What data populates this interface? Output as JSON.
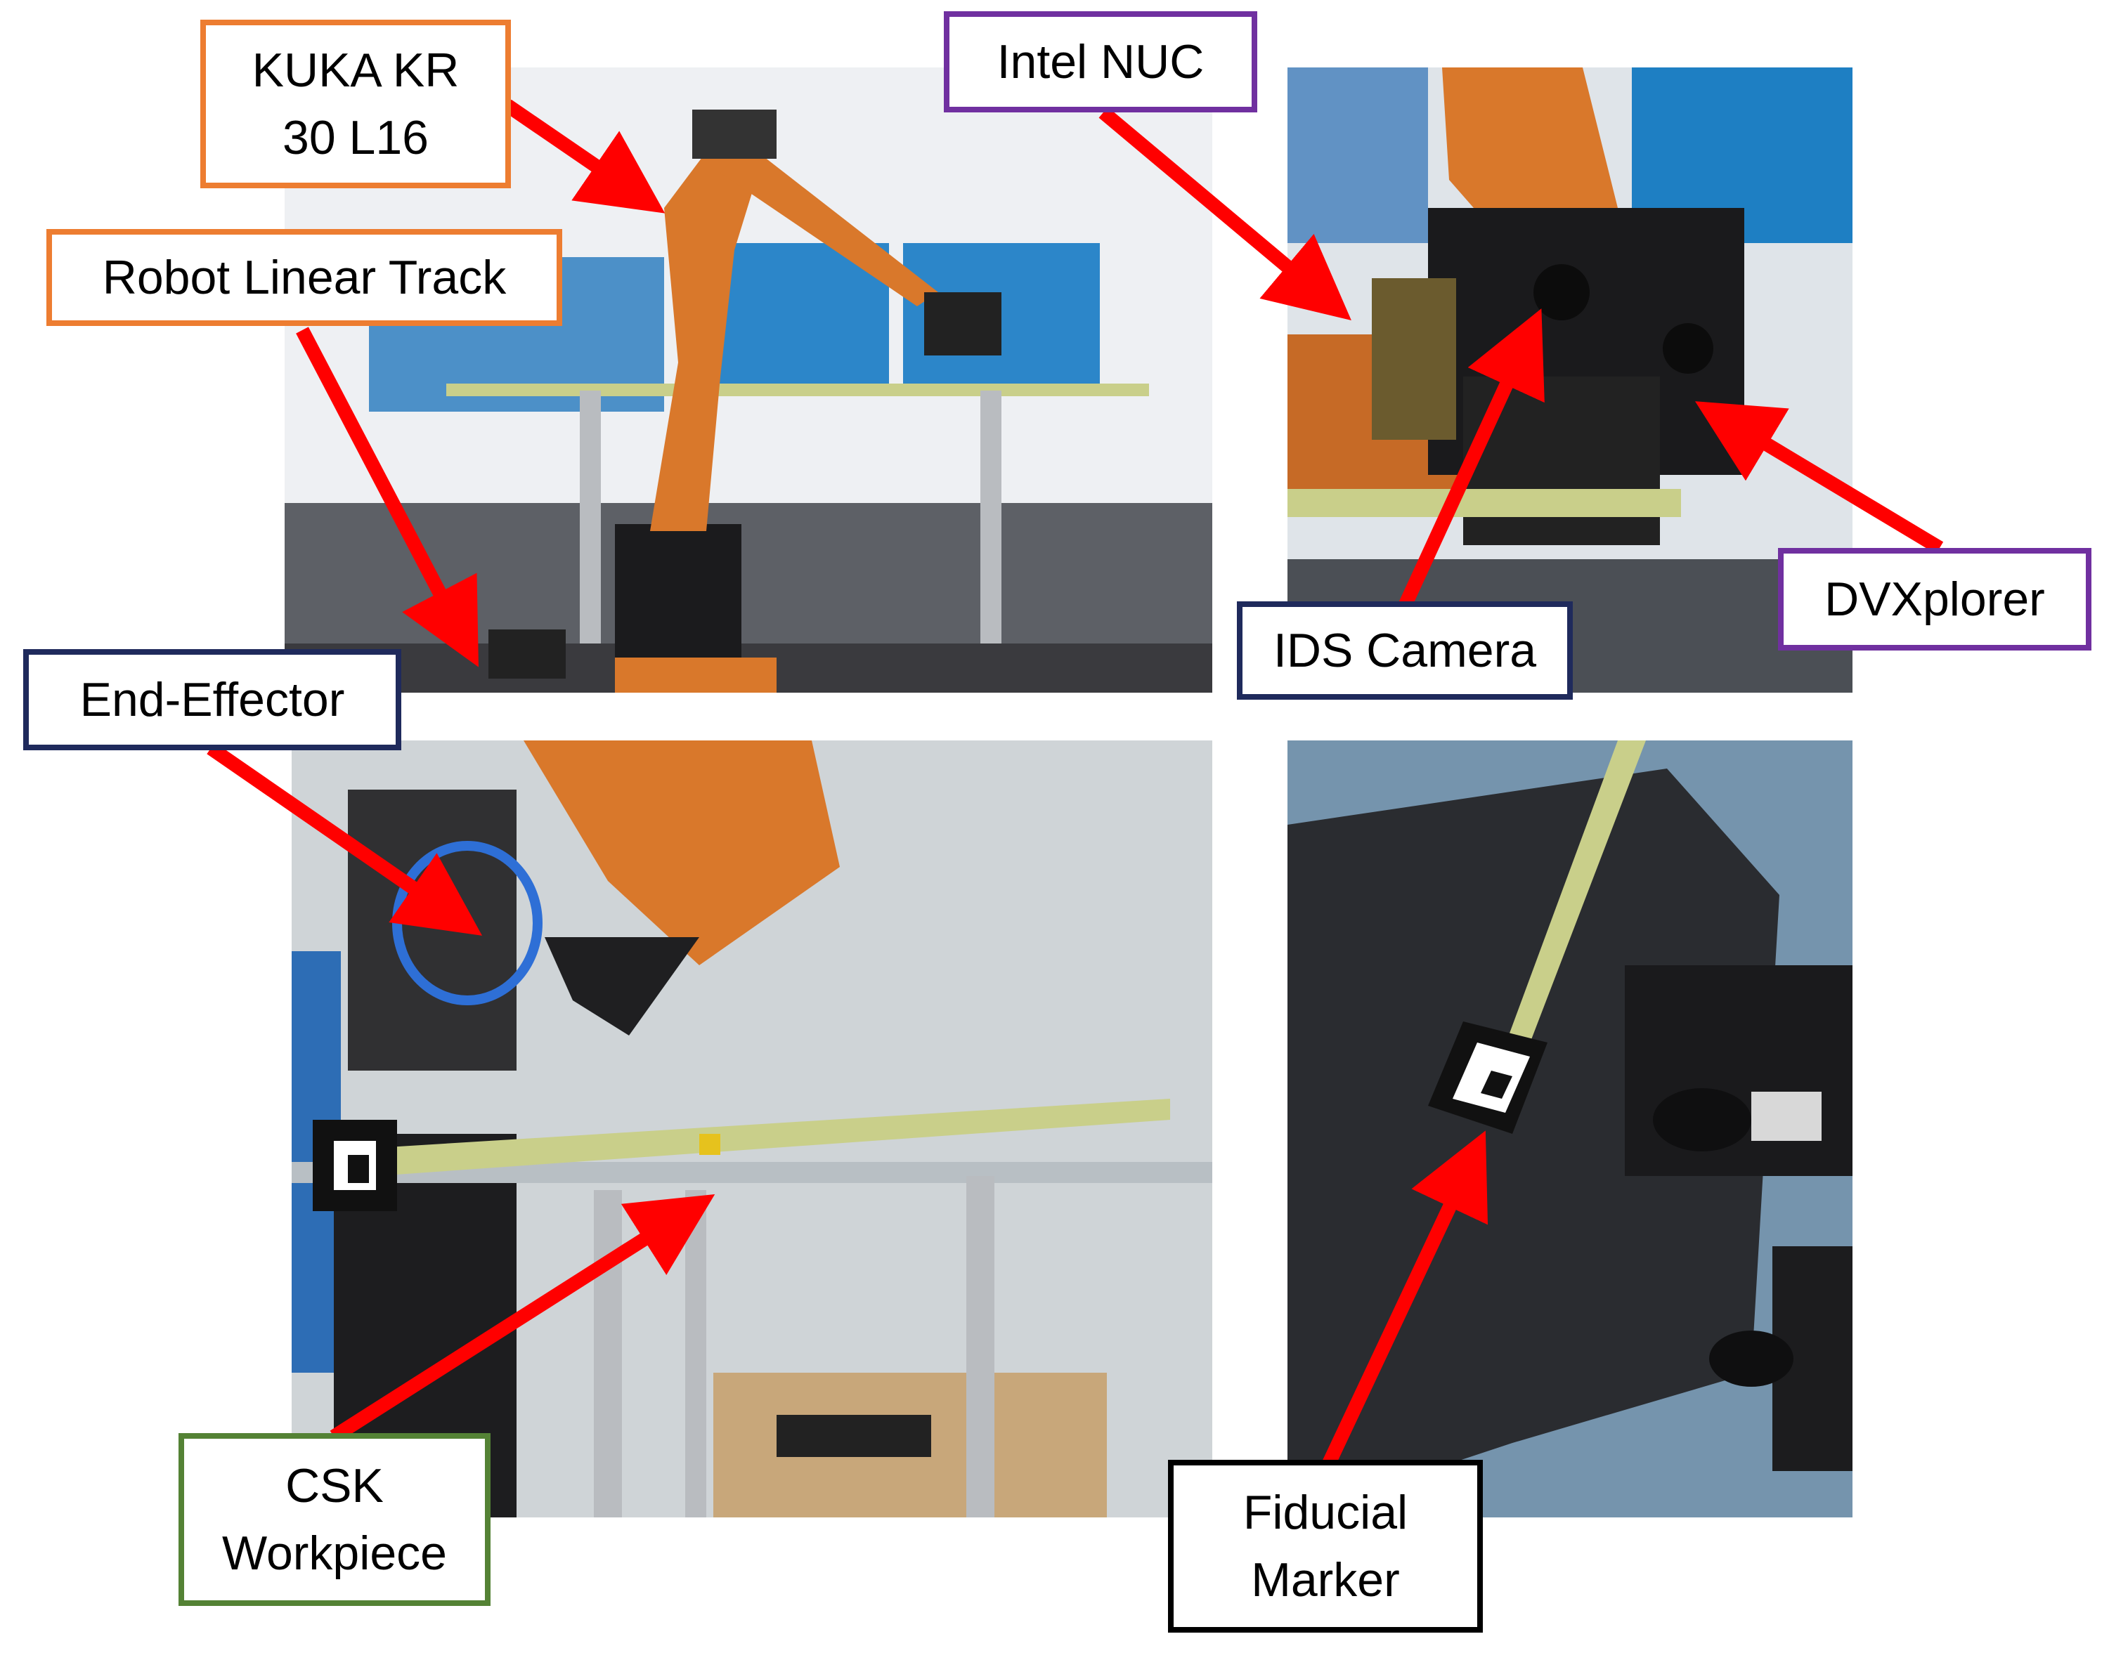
{
  "labels": {
    "kuka": "KUKA KR\n30 L16",
    "linear_track": "Robot Linear Track",
    "intel_nuc": "Intel NUC",
    "ids_camera": "IDS Camera",
    "dvxplorer": "DVXplorer",
    "end_effector": "End-Effector",
    "csk_workpiece": "CSK\nWorkpiece",
    "fiducial_marker": "Fiducial\nMarker"
  },
  "colors": {
    "orange_border": "#ed7d31",
    "purple_border": "#7030a0",
    "navy_border": "#1f2a5c",
    "green_border": "#548235",
    "black_border": "#000000",
    "arrow": "#ff0000",
    "robot_orange": "#d9782b"
  }
}
